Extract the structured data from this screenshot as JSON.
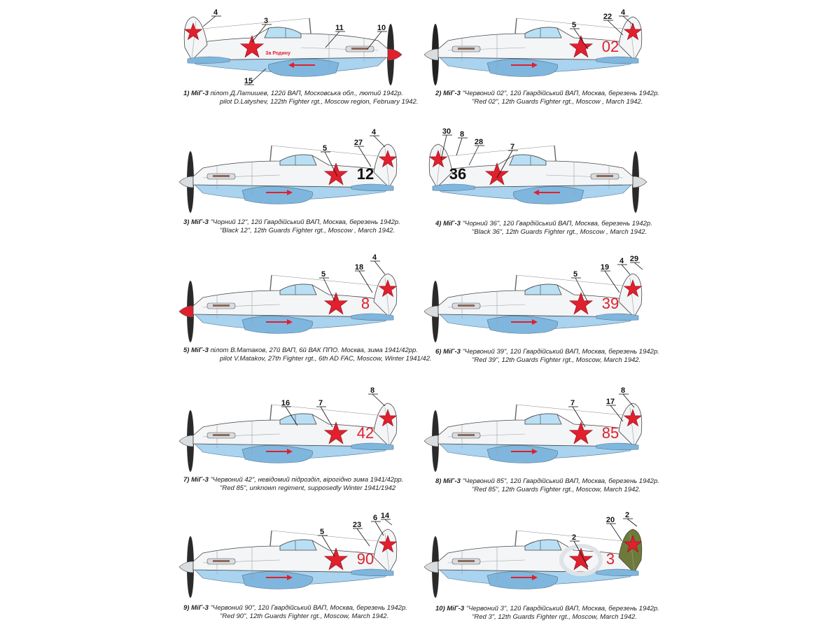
{
  "colors": {
    "white": "#f4f5f6",
    "light_blue": "#a9d3ef",
    "mid_blue": "#7fb6dd",
    "dark_blue_shadow": "#5d8fb8",
    "red": "#e0202e",
    "panel_line": "#9aa0a6",
    "olive": "#6f7a3a",
    "canopy": "#b9dff4",
    "black": "#111111"
  },
  "profiles": [
    {
      "id": "p1",
      "caption_num": "1) МіГ-3",
      "caption_line1": "пілот Д.Латишев, 122й ВАП, Московська обл., лютий 1942р.",
      "caption_line2": "pilot D.Latyshev, 122th Fighter rgt., Moscow region, February 1942.",
      "facing": "right",
      "tail_number": "",
      "slogan": "За Родину",
      "callouts": [
        "4",
        "3",
        "11",
        "10",
        "15"
      ]
    },
    {
      "id": "p2",
      "caption_num": "2) МіГ-3",
      "caption_line1": "\"Червоний 02\", 12й Гвардійський ВАП, Москва, березень 1942р.",
      "caption_line2": "\"Red 02\", 12th Guards Fighter rgt., Moscow , March 1942.",
      "facing": "left",
      "tail_number": "02",
      "callouts": [
        "5",
        "22",
        "4"
      ]
    },
    {
      "id": "p3",
      "caption_num": "3) МіГ-3",
      "caption_line1": "\"Чорний 12\", 12й Гвардійський ВАП, Москва, березень 1942р.",
      "caption_line2": "\"Black 12\", 12th Guards Fighter rgt., Moscow , March 1942.",
      "facing": "left",
      "tail_number": "12",
      "callouts": [
        "5",
        "27",
        "4"
      ]
    },
    {
      "id": "p4",
      "caption_num": "4) МіГ-3",
      "caption_line1": "\"Чорний 36\", 12й Гвардійський ВАП, Москва, березень 1942р.",
      "caption_line2": "\"Black 36\", 12th Guards Fighter rgt., Moscow , March 1942.",
      "facing": "right",
      "tail_number": "36",
      "callouts": [
        "30",
        "8",
        "28",
        "7"
      ]
    },
    {
      "id": "p5",
      "caption_num": "5) МіГ-3",
      "caption_line1": "пілот В.Матаков, 27й ВАП, 6й ВАК ППО. Москва, зима 1941/42рр.",
      "caption_line2": "pilot V.Matakov, 27th Fighter rgt., 6th AD FAC, Moscow, Winter 1941/42.",
      "facing": "left",
      "tail_number": "8",
      "callouts": [
        "5",
        "18",
        "4"
      ]
    },
    {
      "id": "p6",
      "caption_num": "6) МіГ-3",
      "caption_line1": "\"Червоний 39\", 12й Гвардійський ВАП, Москва, березень 1942р.",
      "caption_line2": "\"Red 39\", 12th Guards Fighter rgt., Moscow, March 1942.",
      "facing": "left",
      "tail_number": "39",
      "callouts": [
        "5",
        "19",
        "4",
        "29"
      ]
    },
    {
      "id": "p7",
      "caption_num": "7) МіГ-3",
      "caption_line1": "\"Червоний 42\", невідомий підрозділ, вірогідно зима 1941/42рр.",
      "caption_line2": "\"Red 85\", unknown regiment, supposedly Winter 1941/1942",
      "facing": "left",
      "tail_number": "42",
      "callouts": [
        "16",
        "7",
        "8"
      ]
    },
    {
      "id": "p8",
      "caption_num": "8) МіГ-3",
      "caption_line1": "\"Червоний 85\", 12й Гвардійський ВАП, Москва, березень 1942р.",
      "caption_line2": "\"Red 85\", 12th Guards Fighter rgt., Moscow, March 1942.",
      "facing": "left",
      "tail_number": "85",
      "callouts": [
        "7",
        "17",
        "8"
      ]
    },
    {
      "id": "p9",
      "caption_num": "9) МіГ-3",
      "caption_line1": "\"Червоний 90\", 12й Гвардійський ВАП, Москва, березень 1942р.",
      "caption_line2": "\"Red 90\", 12th Guards Fighter rgt., Moscow, March 1942.",
      "facing": "left",
      "tail_number": "90",
      "callouts": [
        "5",
        "23",
        "6",
        "14"
      ]
    },
    {
      "id": "p10",
      "caption_num": "10) МіГ-3",
      "caption_line1": "\"Червоний 3\", 12й Гвардійський ВАП, Москва, березень 1942р.",
      "caption_line2": "\"Red 3\", 12th Guards Fighter rgt., Moscow, March 1942.",
      "facing": "left",
      "tail_number": "3",
      "callouts": [
        "2",
        "20",
        "2"
      ]
    }
  ]
}
